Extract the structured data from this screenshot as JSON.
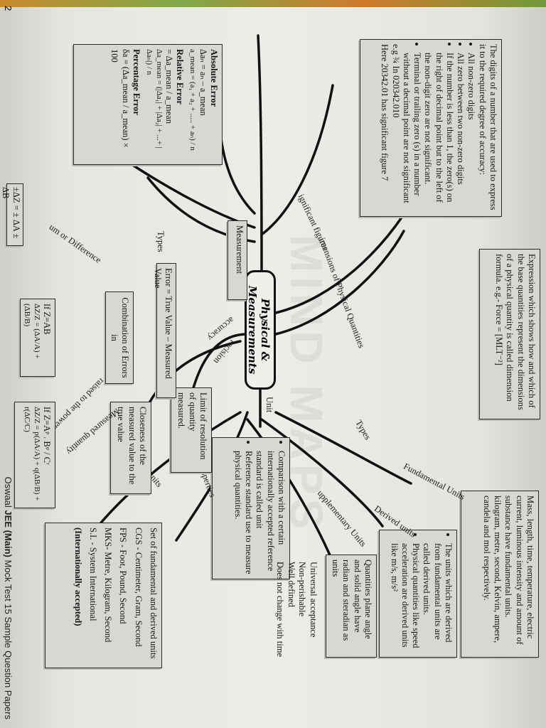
{
  "header": {
    "page_number": "2",
    "text_pre": "Oswaal ",
    "text_brand": "JEE (Main)",
    "text_post": " Mock Test 15 Sample Question Papers"
  },
  "center": {
    "line1": "Physical &",
    "line2": "Measurements"
  },
  "branches": {
    "unit": "Unit",
    "types_unit": "Types",
    "fundamental_units": "Fundamental Units",
    "derived_units": "Derived units",
    "supplementary_units": "upplementary Units",
    "properties": "Properties",
    "system_of_units": "System of units",
    "dimensions": "imensions of Physical Quantities",
    "significant_figures": "ignificant figures",
    "measurement": "Measurement",
    "precision": "recision",
    "accuracy": "accuracy",
    "error_types": "Types",
    "combination": "Combination of Errors",
    "combination_in": "in",
    "sum_diff": "um or Difference",
    "raised_power": "raised to the power",
    "measured_qty": "Measured quantity"
  },
  "boxes": {
    "unit_def": [
      "Comparison with a certain internationally accepted reference standard is called unit",
      "Reference standard use to measure physical quantities."
    ],
    "fundamental_def": "Mass, length, time, temperature, electric current, luminous intensity and amount of substance have fundamental units. kilogram, metre, second, Kelvin, ampere, candela and mol respectively.",
    "derived_def": [
      "The units which are derived from fundamental units are called derived units.",
      "Physical quantities like speed acceleration are derived units like m/s, m/s²"
    ],
    "supplementary_def": "Quantities plane angle and solid angle have radian and steradian as units",
    "properties_def": [
      "Universal acceptance",
      "Non-perishable",
      "Well defined",
      "Does not change with time"
    ],
    "systems_def": {
      "title": "Set of fundamental and derived units",
      "items": [
        "CGS - Centimeter, Gram, Second",
        "FPS - Foot, Pound, Second",
        "MKS- Metre, Kilogram, Second",
        "S.I.  - System International"
      ],
      "note": "(Internationally accepted)"
    },
    "dimension_def": "Expression which shows how and which of the base quantities represent the dimensions of a physical quantity is called dimension formula. e.g.- Force = [MLT⁻²]",
    "sigfig_def": {
      "intro": "The digits of a number that are used to express it to the required degree of  accuracy:",
      "items": [
        "All non-zero digits",
        "All zero between two non-zero digits",
        "If the number is less than 1, the zero(s) on the right of decimal point but to the left of the non-digit zero are not significant.",
        "Terminal or trailing zero (s) in a number without a decimal point are not significant"
      ],
      "example1": "e.g  ¾ In 020342.010",
      "example2": "Here 20342.01 has significant figure 7"
    },
    "errors_def": {
      "abs_title": "Absolute Error",
      "abs_eq1": "Δaₙ = aₙ – a_mean",
      "abs_eq2": "a_mean = (a₁ + a₂ + ..... + aₙ) / n",
      "rel_title": "Relative Error",
      "rel_eq": "= Δa_mean / a_mean",
      "mean_eq": "Δa_mean = (|Δa₁| + |Δa₂| + ...+ |Δaₙ|) / n",
      "pct_title": "Percentage Error",
      "pct_eq": "δa = (Δa_mean / a_mean) × 100"
    },
    "error_eq": "Error = True Value – Measured Value",
    "accuracy_def": "Closeness of the measured value to the true value",
    "precision_def": "Limit of resolution of quantity measured.",
    "sum_formula": "±ΔZ = ± ΔA ± ΔB",
    "product_title": "If Z=AB",
    "product_formula": "ΔZ/Z = (ΔA/A) + (ΔB/B)",
    "power_title": "If Z=Aᵖ . Bᵠ / Cʳ",
    "power_formula": "ΔZ/Z = p(ΔA/A) + q(ΔB/B) + r(ΔC/C)"
  }
}
